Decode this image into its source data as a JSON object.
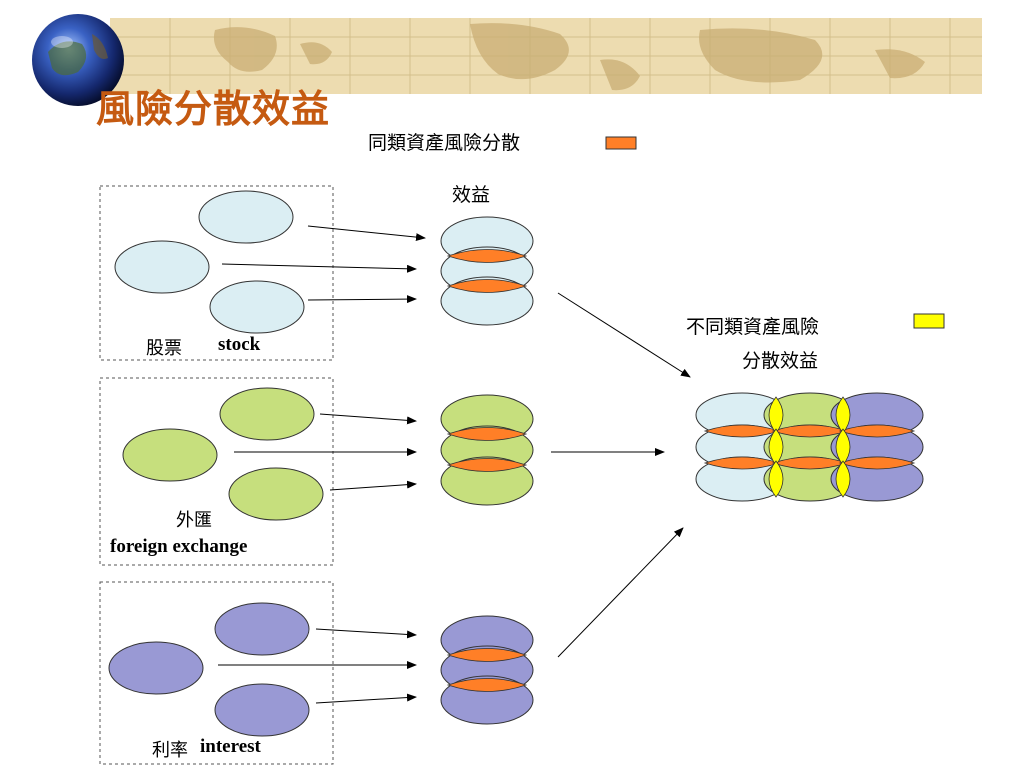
{
  "title": "風險分散效益",
  "same_class_label": "同類資產風險分散",
  "benefit_label": "效益",
  "cross_class_label_line1": "不同類資產風險",
  "cross_class_label_line2": "分散效益",
  "groups": [
    {
      "label_zh": "股票",
      "label_en": "stock"
    },
    {
      "label_zh": "外匯",
      "label_en": "foreign exchange"
    },
    {
      "label_zh": "利率",
      "label_en": "interest"
    }
  ],
  "colors": {
    "title": "#c55a11",
    "stock_fill": "#dbeef3",
    "fx_fill": "#c6df7d",
    "interest_fill": "#9999d4",
    "same_class_overlap": "#ff7f27",
    "cross_class_overlap": "#ffff00"
  },
  "icons": [
    "globe-icon",
    "world-map-banner"
  ]
}
